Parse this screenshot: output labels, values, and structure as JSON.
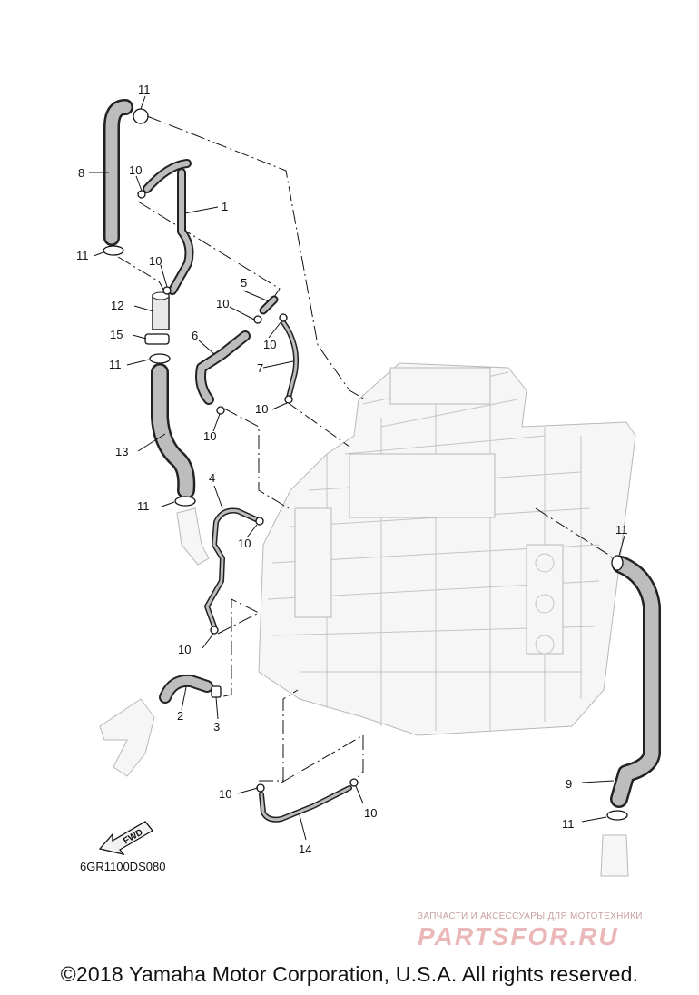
{
  "diagram": {
    "ref_code": "6GR1100DS080",
    "fwd_label": "FWD",
    "callouts": {
      "p1": "1",
      "p2": "2",
      "p3": "3",
      "p4": "4",
      "p5": "5",
      "p6": "6",
      "p7": "7",
      "p8": "8",
      "p9": "9",
      "p12": "12",
      "p13": "13",
      "p14": "14",
      "p15": "15",
      "p10": "10",
      "p11": "11"
    }
  },
  "watermark": {
    "subtitle": "ЗАПЧАСТИ И АКСЕССУАРЫ ДЛЯ МОТОТЕХНИКИ",
    "logo": "PARTSFOR.RU"
  },
  "footer": {
    "copyright": "©2018 Yamaha Motor Corporation, U.S.A. All rights reserved."
  }
}
